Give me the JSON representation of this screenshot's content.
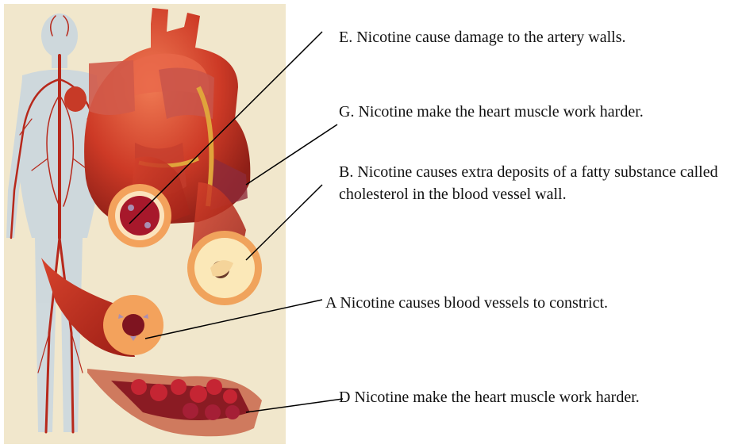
{
  "colors": {
    "background_panel": "#f1e7cc",
    "body_silhouette": "#c9d6df",
    "vessel_red": "#b7281b",
    "heart_red": "#cd3a26",
    "vessel_ring_orange": "#f3a25c",
    "cholesterol_cream": "#fbe8b8",
    "blood_cell_red": "#9e1a24",
    "leader_line": "#000000"
  },
  "labels": {
    "e": "E. Nicotine cause damage to the artery walls.",
    "g": "G. Nicotine make the heart muscle work harder.",
    "b": "B. Nicotine causes extra deposits of a fatty substance called cholesterol in the blood vessel wall.",
    "a": "A Nicotine causes blood vessels to constrict.",
    "d": "D Nicotine make the heart muscle work harder."
  }
}
